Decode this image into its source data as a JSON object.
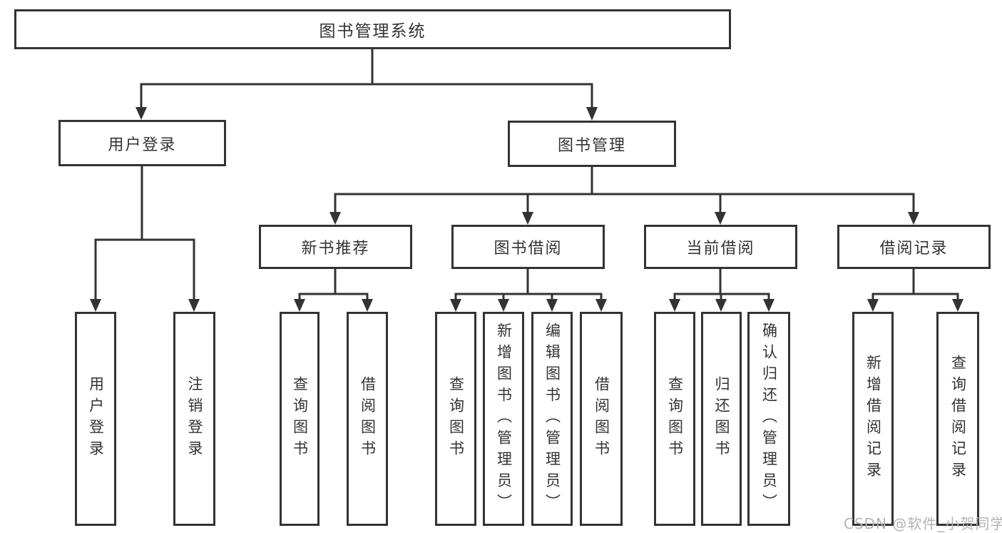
{
  "diagram_type": "hierarchy-tree",
  "title": "图书管理系统",
  "watermark": "CSDN @软件_小贺同学",
  "colors": {
    "line": "#333333",
    "box_border": "#333333",
    "box_background": "#ffffff",
    "text": "#333333",
    "watermark_text": "#b3b3b3",
    "page_background": "#ffffff"
  },
  "tree": {
    "label": "图书管理系统",
    "children": [
      {
        "label": "用户登录",
        "children": [
          {
            "label": "用户登录"
          },
          {
            "label": "注销登录"
          }
        ]
      },
      {
        "label": "图书管理",
        "children": [
          {
            "label": "新书推荐",
            "children": [
              {
                "label": "查询图书"
              },
              {
                "label": "借阅图书"
              }
            ]
          },
          {
            "label": "图书借阅",
            "children": [
              {
                "label": "查询图书"
              },
              {
                "label": "新增图书（管理员）"
              },
              {
                "label": "编辑图书（管理员）"
              },
              {
                "label": "借阅图书"
              }
            ]
          },
          {
            "label": "当前借阅",
            "children": [
              {
                "label": "查询图书"
              },
              {
                "label": "归还图书"
              },
              {
                "label": "确认归还（管理员）"
              }
            ]
          },
          {
            "label": "借阅记录",
            "children": [
              {
                "label": "新增借阅记录"
              },
              {
                "label": "查询借阅记录"
              }
            ]
          }
        ]
      }
    ]
  }
}
